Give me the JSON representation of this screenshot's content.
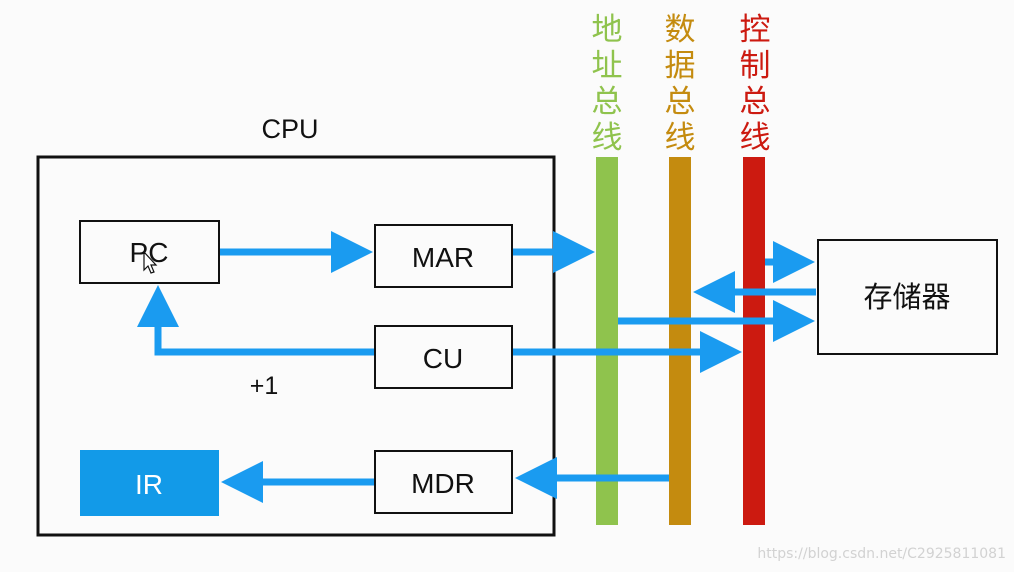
{
  "cpu": {
    "title": "CPU",
    "pc": "PC",
    "mar": "MAR",
    "cu": "CU",
    "mdr": "MDR",
    "ir": "IR",
    "increment_label": "+1"
  },
  "memory": {
    "label": "存储器"
  },
  "buses": {
    "address": {
      "chars": [
        "地",
        "址",
        "总",
        "线"
      ],
      "color": "#8fc34d"
    },
    "data": {
      "chars": [
        "数",
        "据",
        "总",
        "线"
      ],
      "color": "#c48b0f"
    },
    "control": {
      "chars": [
        "控",
        "制",
        "总",
        "线"
      ],
      "color": "#cc1a10"
    }
  },
  "colors": {
    "arrow": "#1a9bf0",
    "ir_fill": "#129ae8",
    "box_border": "#111111"
  },
  "watermark": "https://blog.csdn.net/C2925811081"
}
